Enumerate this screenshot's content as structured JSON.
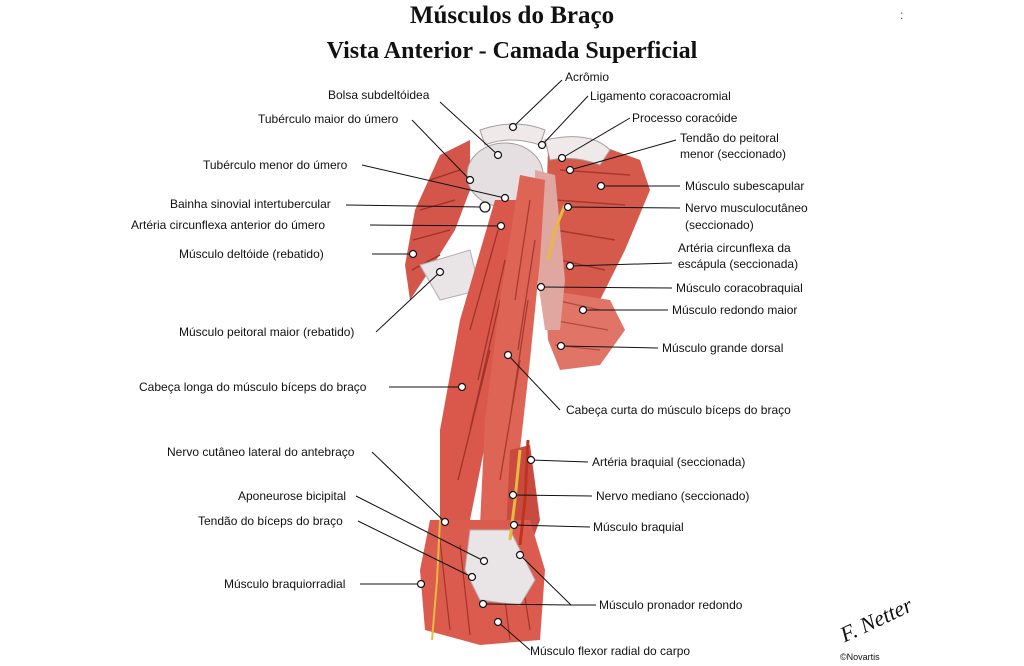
{
  "title": "Músculos do Braço",
  "subtitle": "Vista Anterior - Camada Superficial",
  "labels": {
    "acromio": "Acrômio",
    "bolsa": "Bolsa subdeltóidea",
    "ligamento": "Ligamento coracoacromial",
    "tub_maior": "Tubérculo maior do úmero",
    "processo": "Processo coracóide",
    "tendao_peitoral_1": "Tendão do peitoral",
    "tendao_peitoral_2": "menor (seccionado)",
    "tub_menor": "Tubérculo menor do úmero",
    "subescapular": "Músculo subescapular",
    "bainha": "Bainha sinovial intertubercular",
    "nervo_musc_1": "Nervo musculocutâneo",
    "nervo_musc_2": "(seccionado)",
    "arteria_circ_ant": "Artéria circunflexa anterior do úmero",
    "arteria_circ_esc_1": "Artéria circunflexa da",
    "arteria_circ_esc_2": "escápula (seccionada)",
    "deltoide": "Músculo deltóide (rebatido)",
    "coracobraquial": "Músculo coracobraquial",
    "redondo_maior": "Músculo redondo maior",
    "peitoral_maior": "Músculo peitoral maior (rebatido)",
    "grande_dorsal": "Músculo grande dorsal",
    "cabeca_longa": "Cabeça longa do músculo bíceps do braço",
    "cabeca_curta": "Cabeça curta do músculo bíceps do braço",
    "nervo_cutaneo": "Nervo cutâneo lateral do antebraço",
    "arteria_braquial": "Artéria braquial (seccionada)",
    "aponeurose": "Aponeurose bicipital",
    "nervo_mediano": "Nervo mediano (seccionado)",
    "tendao_biceps": "Tendão do bíceps do braço",
    "braquial": "Músculo braquial",
    "braquiorradial": "Músculo braquiorradial",
    "pronador": "Músculo pronador redondo",
    "flexor": "Músculo flexor radial do carpo"
  },
  "credit": "©Novartis",
  "colors": {
    "muscle": "#d9574b",
    "muscle_light": "#ee9c8e",
    "tendon": "#e9e4e6",
    "nerve": "#e7b940",
    "artery": "#c0341f"
  }
}
